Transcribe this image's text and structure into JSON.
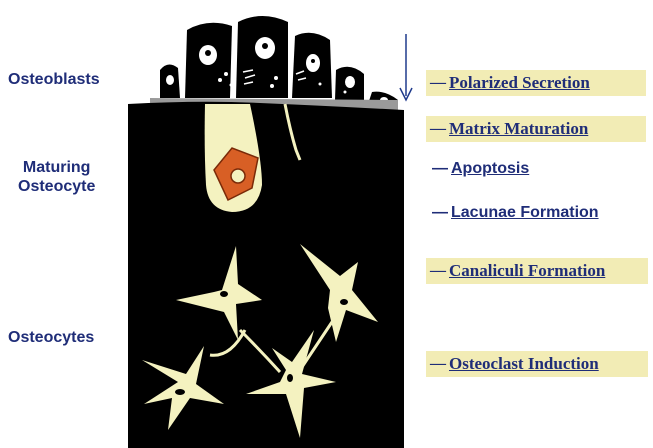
{
  "labels": {
    "osteoblasts": "Osteoblasts",
    "maturing_line1": "Maturing",
    "maturing_line2": "Osteocyte",
    "osteocytes": "Osteocytes"
  },
  "processes": [
    {
      "text": "Polarized Secretion",
      "highlight": true,
      "style": "serif"
    },
    {
      "text": "Matrix Maturation",
      "highlight": true,
      "style": "serif"
    },
    {
      "text": "Apoptosis",
      "highlight": false,
      "style": "sans"
    },
    {
      "text": "Lacunae Formation",
      "highlight": false,
      "style": "sans"
    },
    {
      "text": "Canaliculi Formation",
      "highlight": true,
      "style": "serif"
    },
    {
      "text": "Osteoclast Induction",
      "highlight": true,
      "style": "serif"
    }
  ],
  "colors": {
    "label_text": "#1f2d78",
    "highlight": "#f2ecb5",
    "bone": "#000000",
    "osteocyte_fill": "#f4f2c0",
    "maturing_cell": "#d85f25",
    "arrow": "#1f3a8c"
  }
}
